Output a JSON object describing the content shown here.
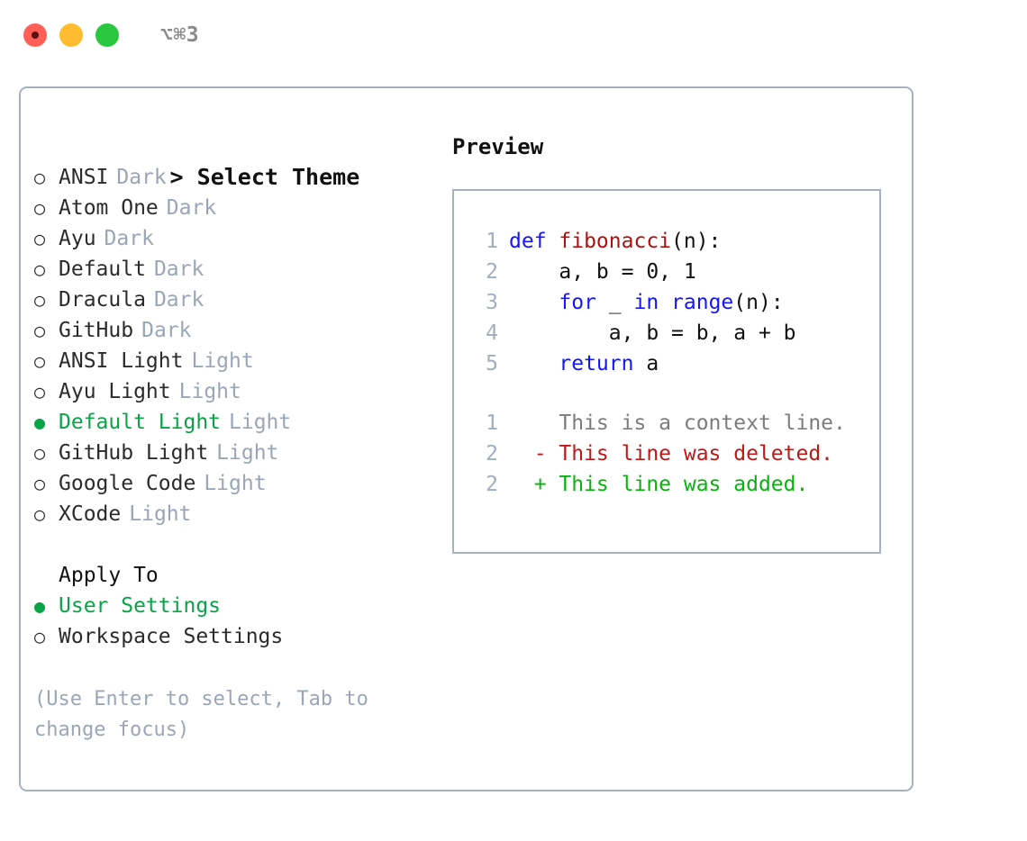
{
  "titlebar": {
    "shortcut": "⌥⌘3",
    "lights": [
      {
        "name": "close-button",
        "color": "#ff5f57"
      },
      {
        "name": "minimize-button",
        "color": "#febc2e"
      },
      {
        "name": "maximize-button",
        "color": "#28c840"
      }
    ]
  },
  "theme_panel": {
    "caret": ">",
    "header": "Select Theme",
    "bullet_selected": "●",
    "bullet_unselected": "○",
    "items": [
      {
        "label": "ANSI",
        "tag": "Dark",
        "selected": false
      },
      {
        "label": "Atom One",
        "tag": "Dark",
        "selected": false
      },
      {
        "label": "Ayu",
        "tag": "Dark",
        "selected": false
      },
      {
        "label": "Default",
        "tag": "Dark",
        "selected": false
      },
      {
        "label": "Dracula",
        "tag": "Dark",
        "selected": false
      },
      {
        "label": "GitHub",
        "tag": "Dark",
        "selected": false
      },
      {
        "label": "ANSI Light",
        "tag": "Light",
        "selected": false
      },
      {
        "label": "Ayu Light",
        "tag": "Light",
        "selected": false
      },
      {
        "label": "Default Light",
        "tag": "Light",
        "selected": true
      },
      {
        "label": "GitHub Light",
        "tag": "Light",
        "selected": false
      },
      {
        "label": "Google Code",
        "tag": "Light",
        "selected": false
      },
      {
        "label": "XCode",
        "tag": "Light",
        "selected": false
      }
    ]
  },
  "apply_to": {
    "title": "Apply To",
    "options": [
      {
        "label": "User Settings",
        "selected": true
      },
      {
        "label": "Workspace Settings",
        "selected": false
      }
    ]
  },
  "hint": "(Use Enter to select, Tab to change focus)",
  "preview": {
    "title": "Preview",
    "code_lines": [
      {
        "no": "1",
        "segments": [
          {
            "text": "def ",
            "cls": "tok-kw"
          },
          {
            "text": "fibonacci",
            "cls": "tok-fn"
          },
          {
            "text": "(n):",
            "cls": "tok-pl"
          }
        ]
      },
      {
        "no": "2",
        "segments": [
          {
            "text": "    a, b = 0, 1",
            "cls": "tok-pl"
          }
        ]
      },
      {
        "no": "3",
        "segments": [
          {
            "text": "    ",
            "cls": "tok-pl"
          },
          {
            "text": "for",
            "cls": "tok-kw"
          },
          {
            "text": " _ ",
            "cls": "tok-pl"
          },
          {
            "text": "in",
            "cls": "tok-kw"
          },
          {
            "text": " ",
            "cls": "tok-pl"
          },
          {
            "text": "range",
            "cls": "tok-kw"
          },
          {
            "text": "(n):",
            "cls": "tok-pl"
          }
        ]
      },
      {
        "no": "4",
        "segments": [
          {
            "text": "        a, b = b, a + b",
            "cls": "tok-pl"
          }
        ]
      },
      {
        "no": "5",
        "segments": [
          {
            "text": "    ",
            "cls": "tok-pl"
          },
          {
            "text": "return",
            "cls": "tok-kw"
          },
          {
            "text": " a",
            "cls": "tok-pl"
          }
        ]
      }
    ],
    "diff_lines": [
      {
        "no": "1",
        "marker": " ",
        "text": " This is a context line.",
        "cls": "diff-ctx"
      },
      {
        "no": "2",
        "marker": "-",
        "text": " This line was deleted.",
        "cls": "diff-del"
      },
      {
        "no": "2",
        "marker": "+",
        "text": " This line was added.",
        "cls": "diff-add"
      }
    ]
  },
  "colors": {
    "accent_green": "#0aa347",
    "border": "#a7b1c0",
    "muted": "#9aa6b7",
    "keyword_blue": "#1414ff",
    "function_red": "#b01010",
    "diff_add_green": "#08b30d",
    "diff_del_red": "#c01717"
  }
}
